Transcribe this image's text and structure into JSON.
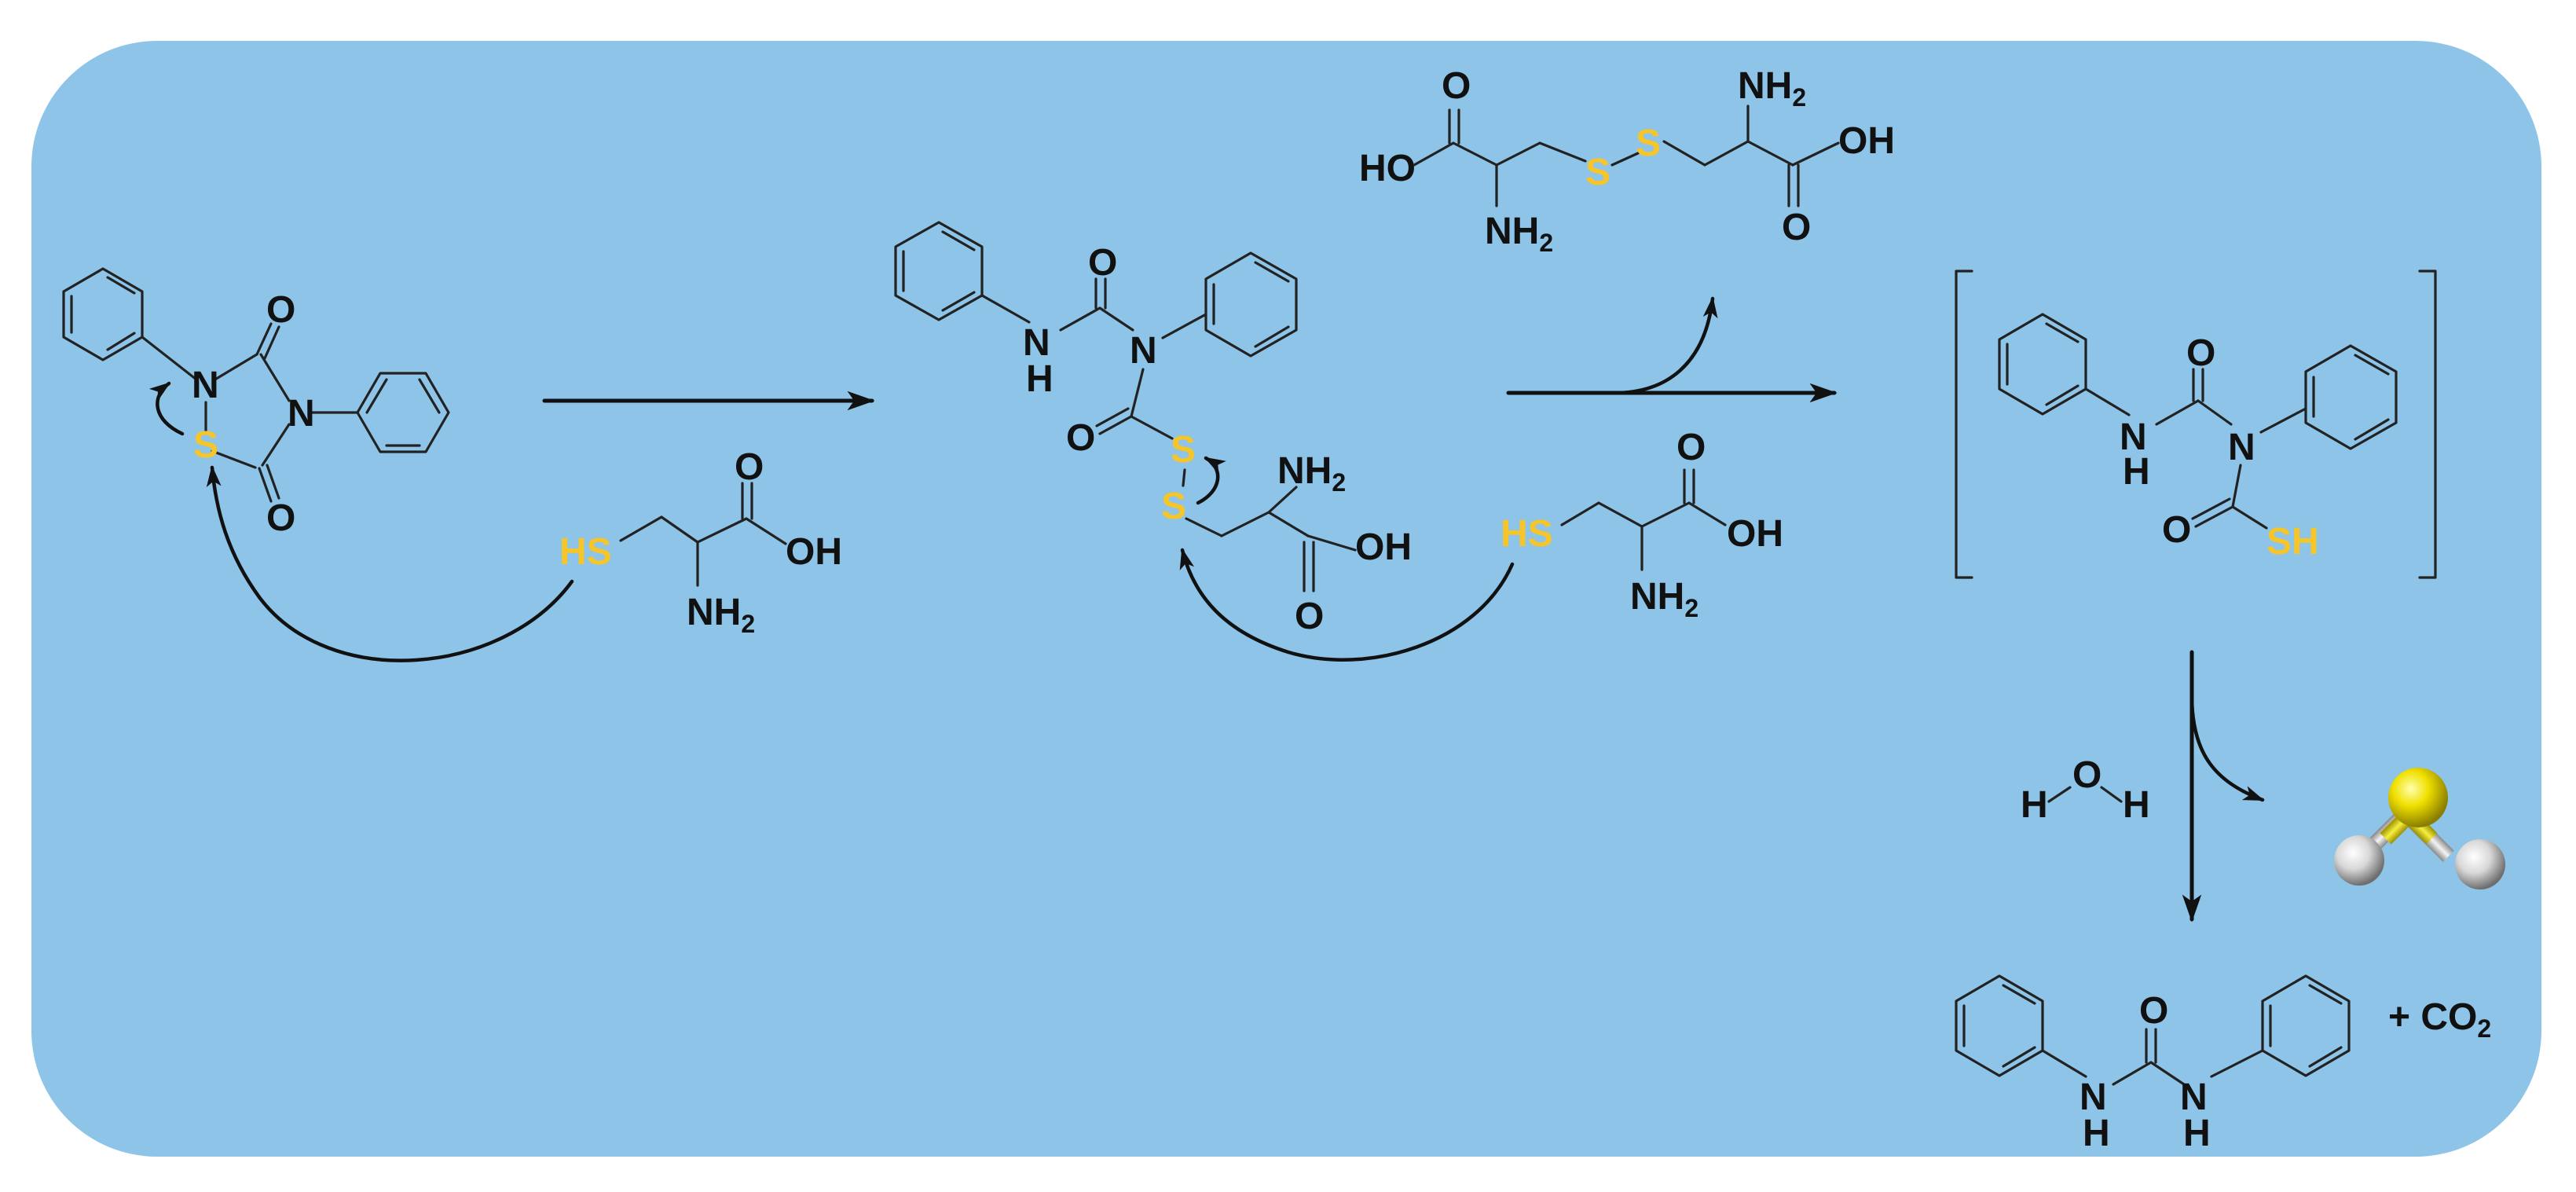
{
  "colors": {
    "background": "#8dc4e8",
    "sulfur_label": "#f5c52a",
    "bond": "#222222"
  },
  "atoms": {
    "N": "N",
    "S": "S",
    "O": "O",
    "H": "H",
    "NH": "NH",
    "NH2_base": "NH",
    "NH2_sub": "2",
    "HS": "HS",
    "SH": "SH",
    "OH": "OH",
    "HO": "HO"
  },
  "byproduct": {
    "text": "+ CO",
    "sub": "2"
  },
  "h2s_model": {
    "icon": "h2s-ball-and-stick-model"
  }
}
